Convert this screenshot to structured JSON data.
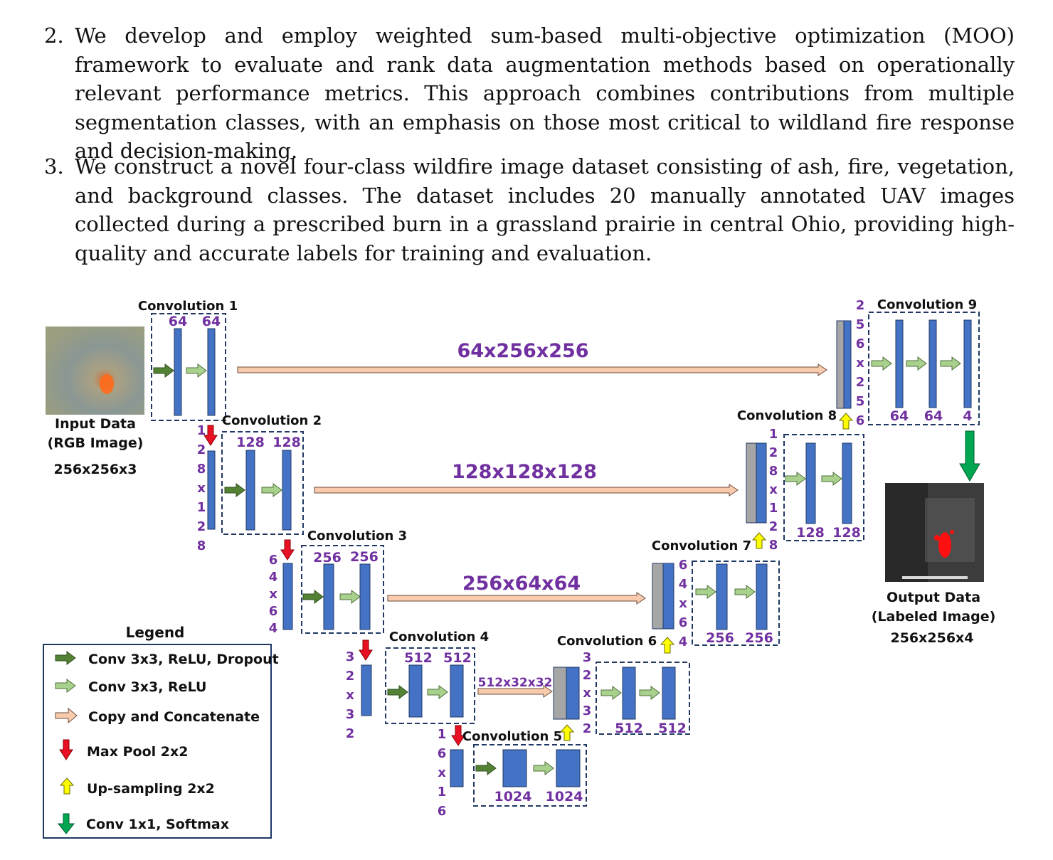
{
  "paragraphs": [
    {
      "number": "2.",
      "text": "We develop and employ weighted sum-based multi-objective optimization (MOO) framework to evaluate and rank data augmentation methods based on operationally relevant performance metrics. This approach combines contributions from multiple segmentation classes, with an emphasis on those most critical to wildland fire response and decision-making."
    },
    {
      "number": "3.",
      "text": "We construct a novel four-class wildfire image dataset consisting of ash, fire, vegetation, and background classes. The dataset includes 20 manually annotated UAV images collected during a prescribed burn in a grassland prairie in central Ohio, providing high-quality and accurate labels for training and evaluation."
    }
  ],
  "figure": {
    "input": {
      "title": "Input Data",
      "subtitle": "(RGB Image)",
      "size": "256x256x3"
    },
    "output": {
      "title": "Output Data",
      "subtitle": "(Labeled Image)",
      "size": "256x256x4"
    },
    "blocks": {
      "conv1": {
        "title": "Convolution 1",
        "c1": "64",
        "c2": "64"
      },
      "conv2": {
        "title": "Convolution 2",
        "c1": "128",
        "c2": "128"
      },
      "conv3": {
        "title": "Convolution 3",
        "c1": "256",
        "c2": "256"
      },
      "conv4": {
        "title": "Convolution 4",
        "c1": "512",
        "c2": "512"
      },
      "conv5": {
        "title": "Convolution 5",
        "c1": "1024",
        "c2": "1024"
      },
      "conv6": {
        "title": "Convolution 6",
        "c1": "512",
        "c2": "512"
      },
      "conv7": {
        "title": "Convolution 7",
        "c1": "256",
        "c2": "256"
      },
      "conv8": {
        "title": "Convolution 8",
        "c1": "128",
        "c2": "128"
      },
      "conv9": {
        "title": "Convolution 9",
        "c1": "64",
        "c2": "64",
        "c3": "4"
      }
    },
    "skips": {
      "s1": "64x256x256",
      "s2": "128x128x128",
      "s3": "256x64x64",
      "s4": "512x32x32"
    },
    "dims": {
      "d128": [
        "1",
        "2",
        "8",
        "x",
        "1",
        "2",
        "8"
      ],
      "d64": [
        "6",
        "4",
        "x",
        "6",
        "4"
      ],
      "d32": [
        "3",
        "2",
        "x",
        "3",
        "2"
      ],
      "d16": [
        "1",
        "6",
        "x",
        "1",
        "6"
      ],
      "d256": [
        "2",
        "5",
        "6",
        "x",
        "2",
        "5",
        "6"
      ]
    },
    "legend": {
      "title": "Legend",
      "items": [
        {
          "label": "Conv 3x3, ReLU, Dropout",
          "color": "#548235"
        },
        {
          "label": "Conv 3x3, ReLU",
          "color": "#a9d18e"
        },
        {
          "label": "Copy and Concatenate",
          "color": "#f8cbad"
        },
        {
          "label": "Max Pool 2x2",
          "color": "#e81123"
        },
        {
          "label": "Up-sampling 2x2",
          "color": "#ffff00"
        },
        {
          "label": "Conv 1x1, Softmax",
          "color": "#00a651"
        }
      ]
    },
    "colors": {
      "layer": "#4472c4",
      "concat": "#a6a6a6",
      "text_purple": "#7030a0"
    }
  }
}
